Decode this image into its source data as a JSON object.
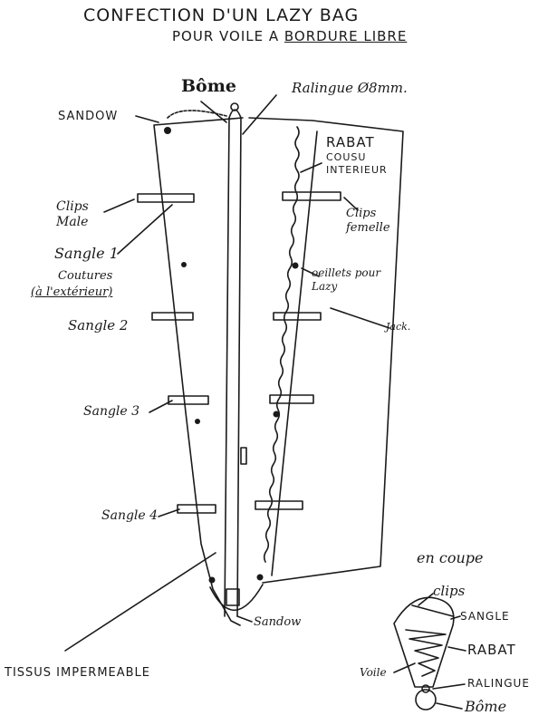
{
  "title": {
    "line1": "CONFECTION D'UN LAZY BAG",
    "line2_prefix": "POUR VOILE A",
    "line2_underlined": "BORDURE LIBRE"
  },
  "labels": {
    "bome_top": "Bôme",
    "ralingue_top": "Ralingue Ø8mm.",
    "sandow_top": "SANDOW",
    "rabat": "RABAT",
    "cousu_interieur": "COUSU INTERIEUR",
    "clips_male": "Clips Male",
    "clips_femelle": "Clips femelle",
    "sangle_1": "Sangle 1",
    "coutures": "Coutures",
    "a_l_exterieur": "(à l'extérieur)",
    "oeillets": "oeillets pour Lazy",
    "jack": "Jack.",
    "sangle_2": "Sangle 2",
    "sangle_3": "Sangle 3",
    "sangle_4": "Sangle 4",
    "sandow_bottom": "Sandow",
    "tissus": "TISSUS IMPERMEABLE"
  },
  "cross_section": {
    "title": "en coupe",
    "clips": "clips",
    "sangle": "SANGLE",
    "rabat": "RABAT",
    "voile": "Voile",
    "ralingue": "RALINGUE",
    "bome": "Bôme"
  },
  "colors": {
    "ink": "#1a1a1a",
    "paper": "#ffffff"
  }
}
